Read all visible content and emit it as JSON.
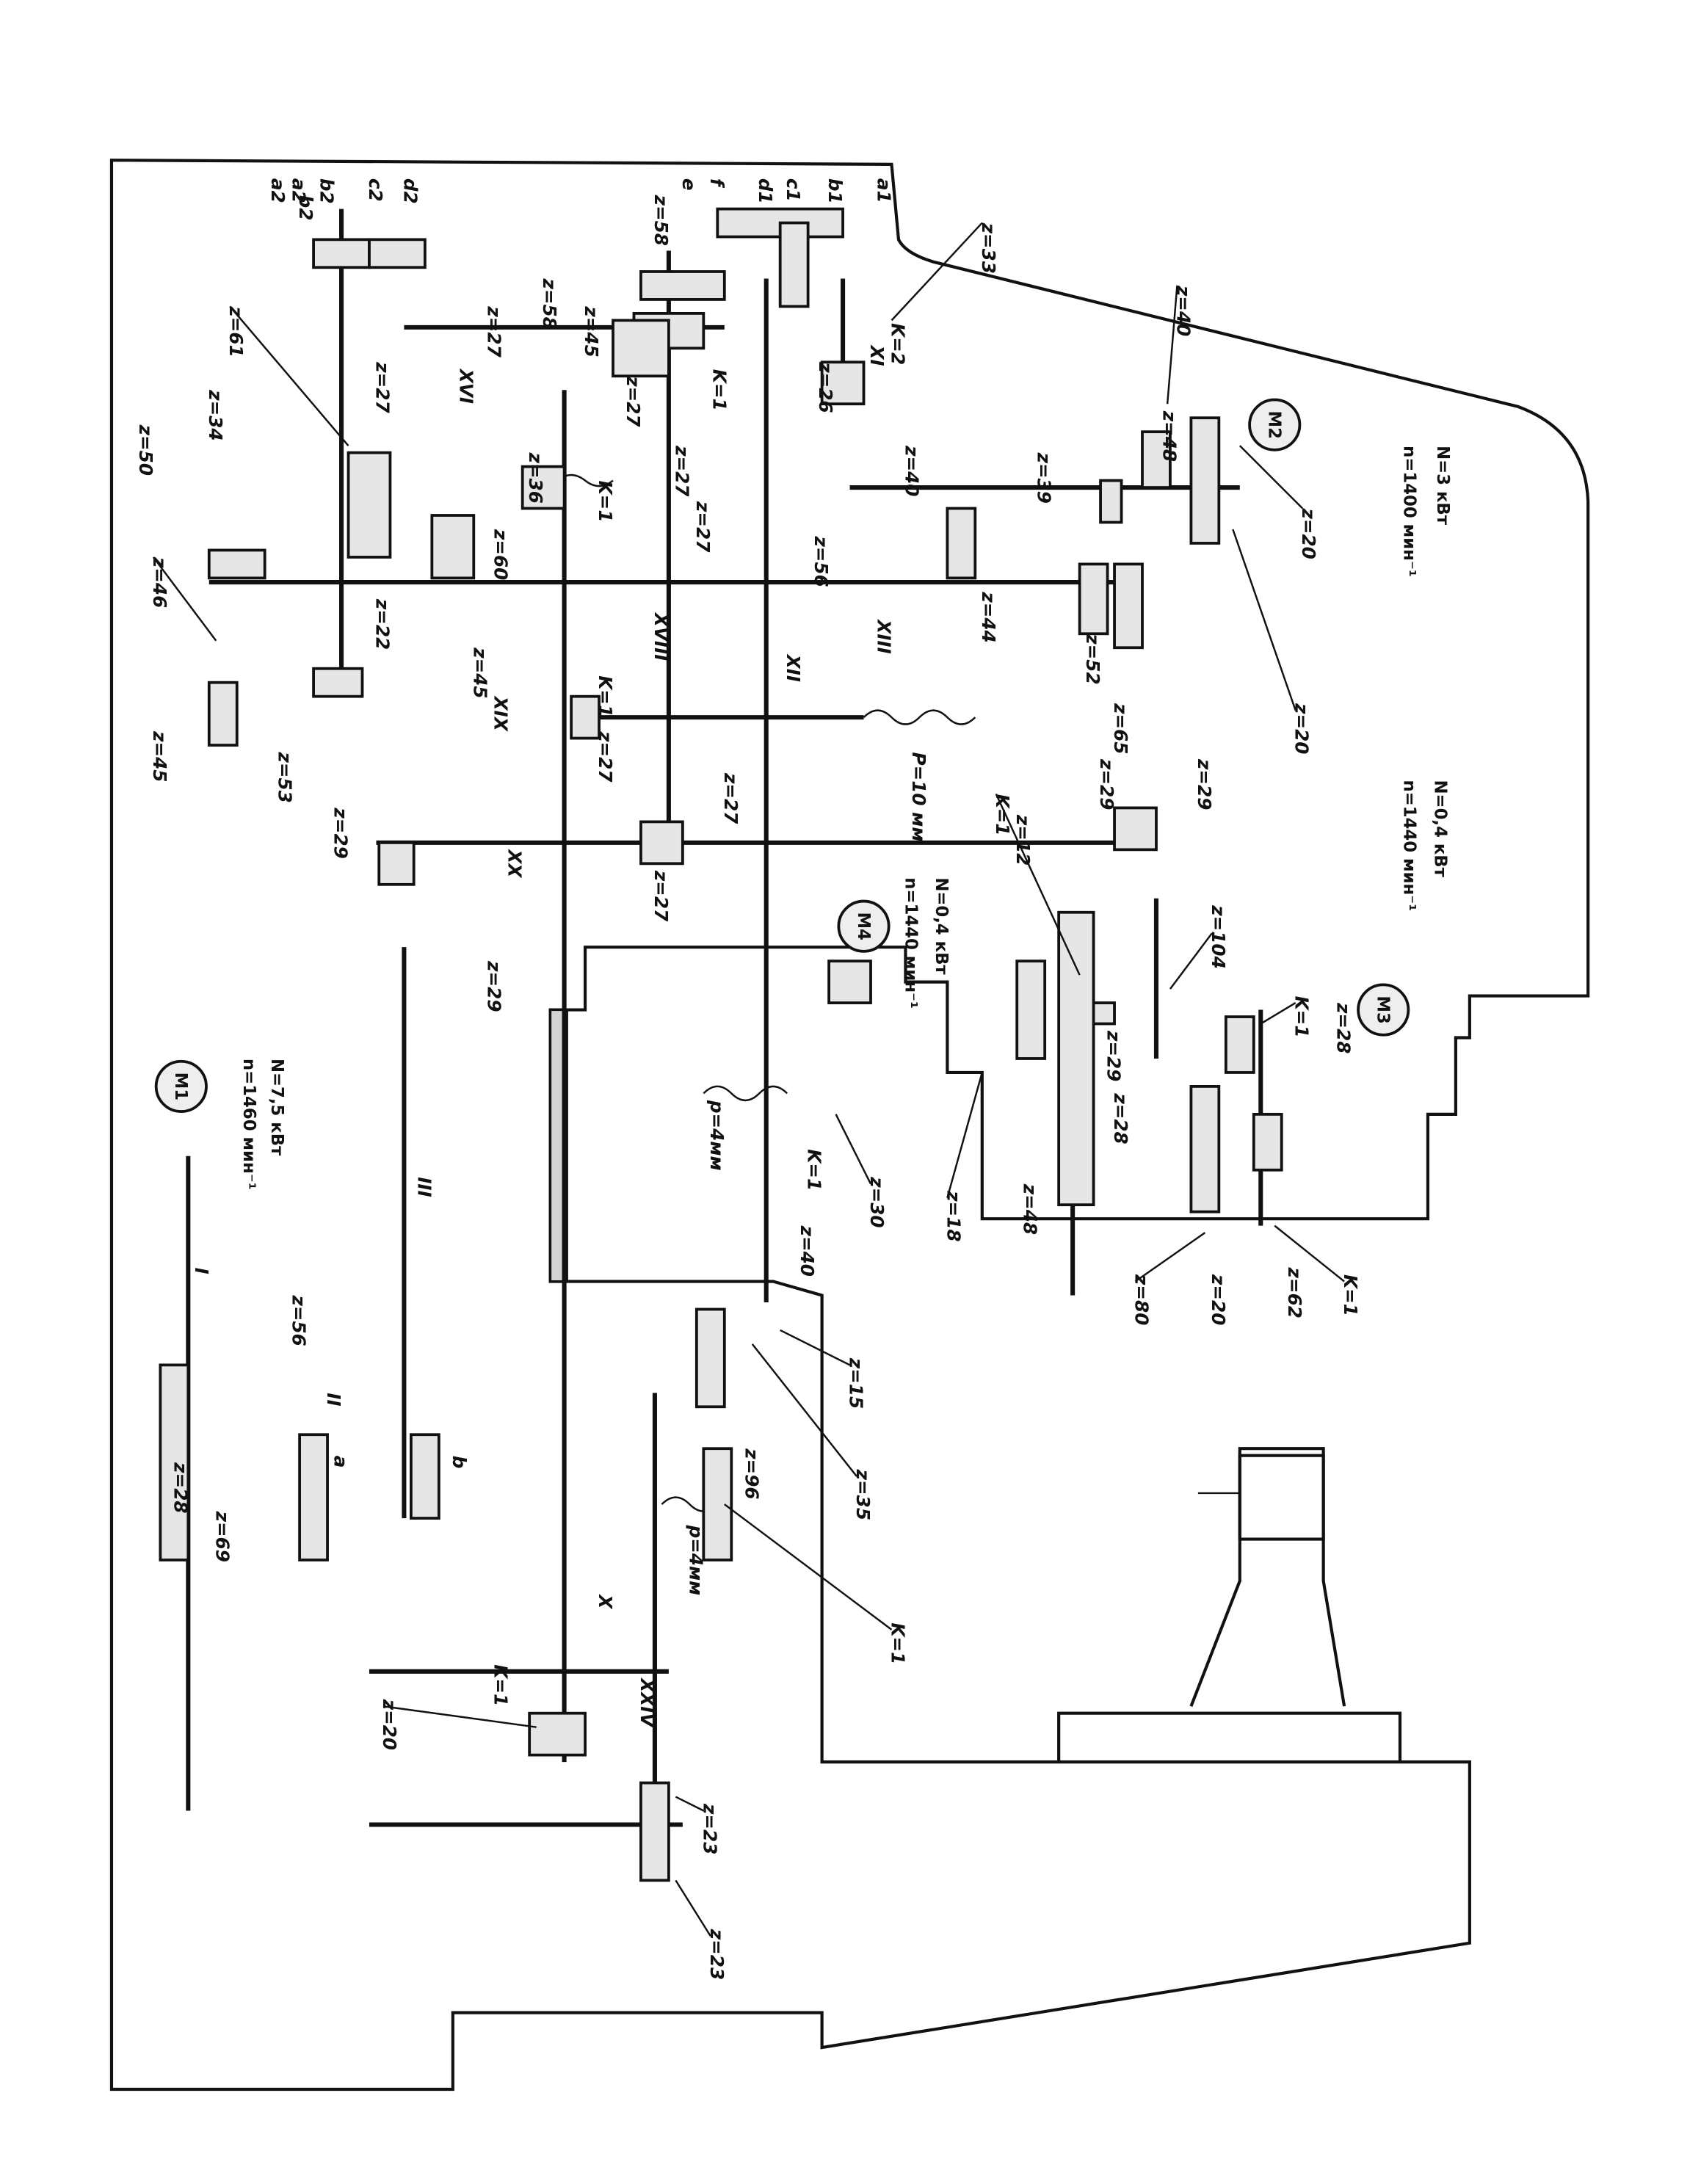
{
  "diagram": {
    "motors": [
      {
        "id": "M1",
        "power": "N=7,5 кВт",
        "speed": "n=1460 мин⁻¹"
      },
      {
        "id": "M2",
        "power": "N=3 кВт",
        "speed": "n=1400 мин⁻¹"
      },
      {
        "id": "M3",
        "power": "N=0,4 кВт",
        "speed": "n=1440 мин⁻¹"
      },
      {
        "id": "M4",
        "power": "N=0,4 кВт",
        "speed": "n=1440 мин⁻¹"
      }
    ],
    "labels": [
      "z=33",
      "a1",
      "b1",
      "c1",
      "d1",
      "e",
      "f",
      "z=58",
      "z=58",
      "z=45",
      "K=1",
      "z=27",
      "z=27",
      "z=27",
      "z=36",
      "K=1",
      "z=61",
      "z=34",
      "z=50",
      "z=46",
      "z=45",
      "z=53",
      "z=22",
      "z=45",
      "z=60",
      "K=1",
      "z=27",
      "P=10 мм",
      "z=27",
      "z=27",
      "XX",
      "z=29",
      "z=29",
      "K=1",
      "z=12",
      "z=29",
      "z=29",
      "z=104",
      "K=1",
      "z=28",
      "z=28",
      "z=29",
      "z=80",
      "z=20",
      "z=62",
      "K=1",
      "z=30",
      "z=18",
      "z=48",
      "p=4мм",
      "K=1",
      "z=40",
      "z=15",
      "z=35",
      "z=96",
      "K=1",
      "p=4мм",
      "XXIV",
      "z=20",
      "K=1",
      "z=23",
      "z=23",
      "z=56",
      "z=28",
      "z=69",
      "a",
      "b",
      "I",
      "II",
      "III",
      "X",
      "z=40",
      "z=48",
      "z=20",
      "z=20",
      "z=65",
      "z=52",
      "z=44",
      "z=56",
      "z=39",
      "z=40",
      "z=26",
      "K=2",
      "XI",
      "a2",
      "b2",
      "c2",
      "d2",
      "z=27",
      "XVI",
      "XVIII",
      "XIII",
      "XII",
      "XIX",
      "z=27",
      "a2",
      "b2"
    ]
  }
}
